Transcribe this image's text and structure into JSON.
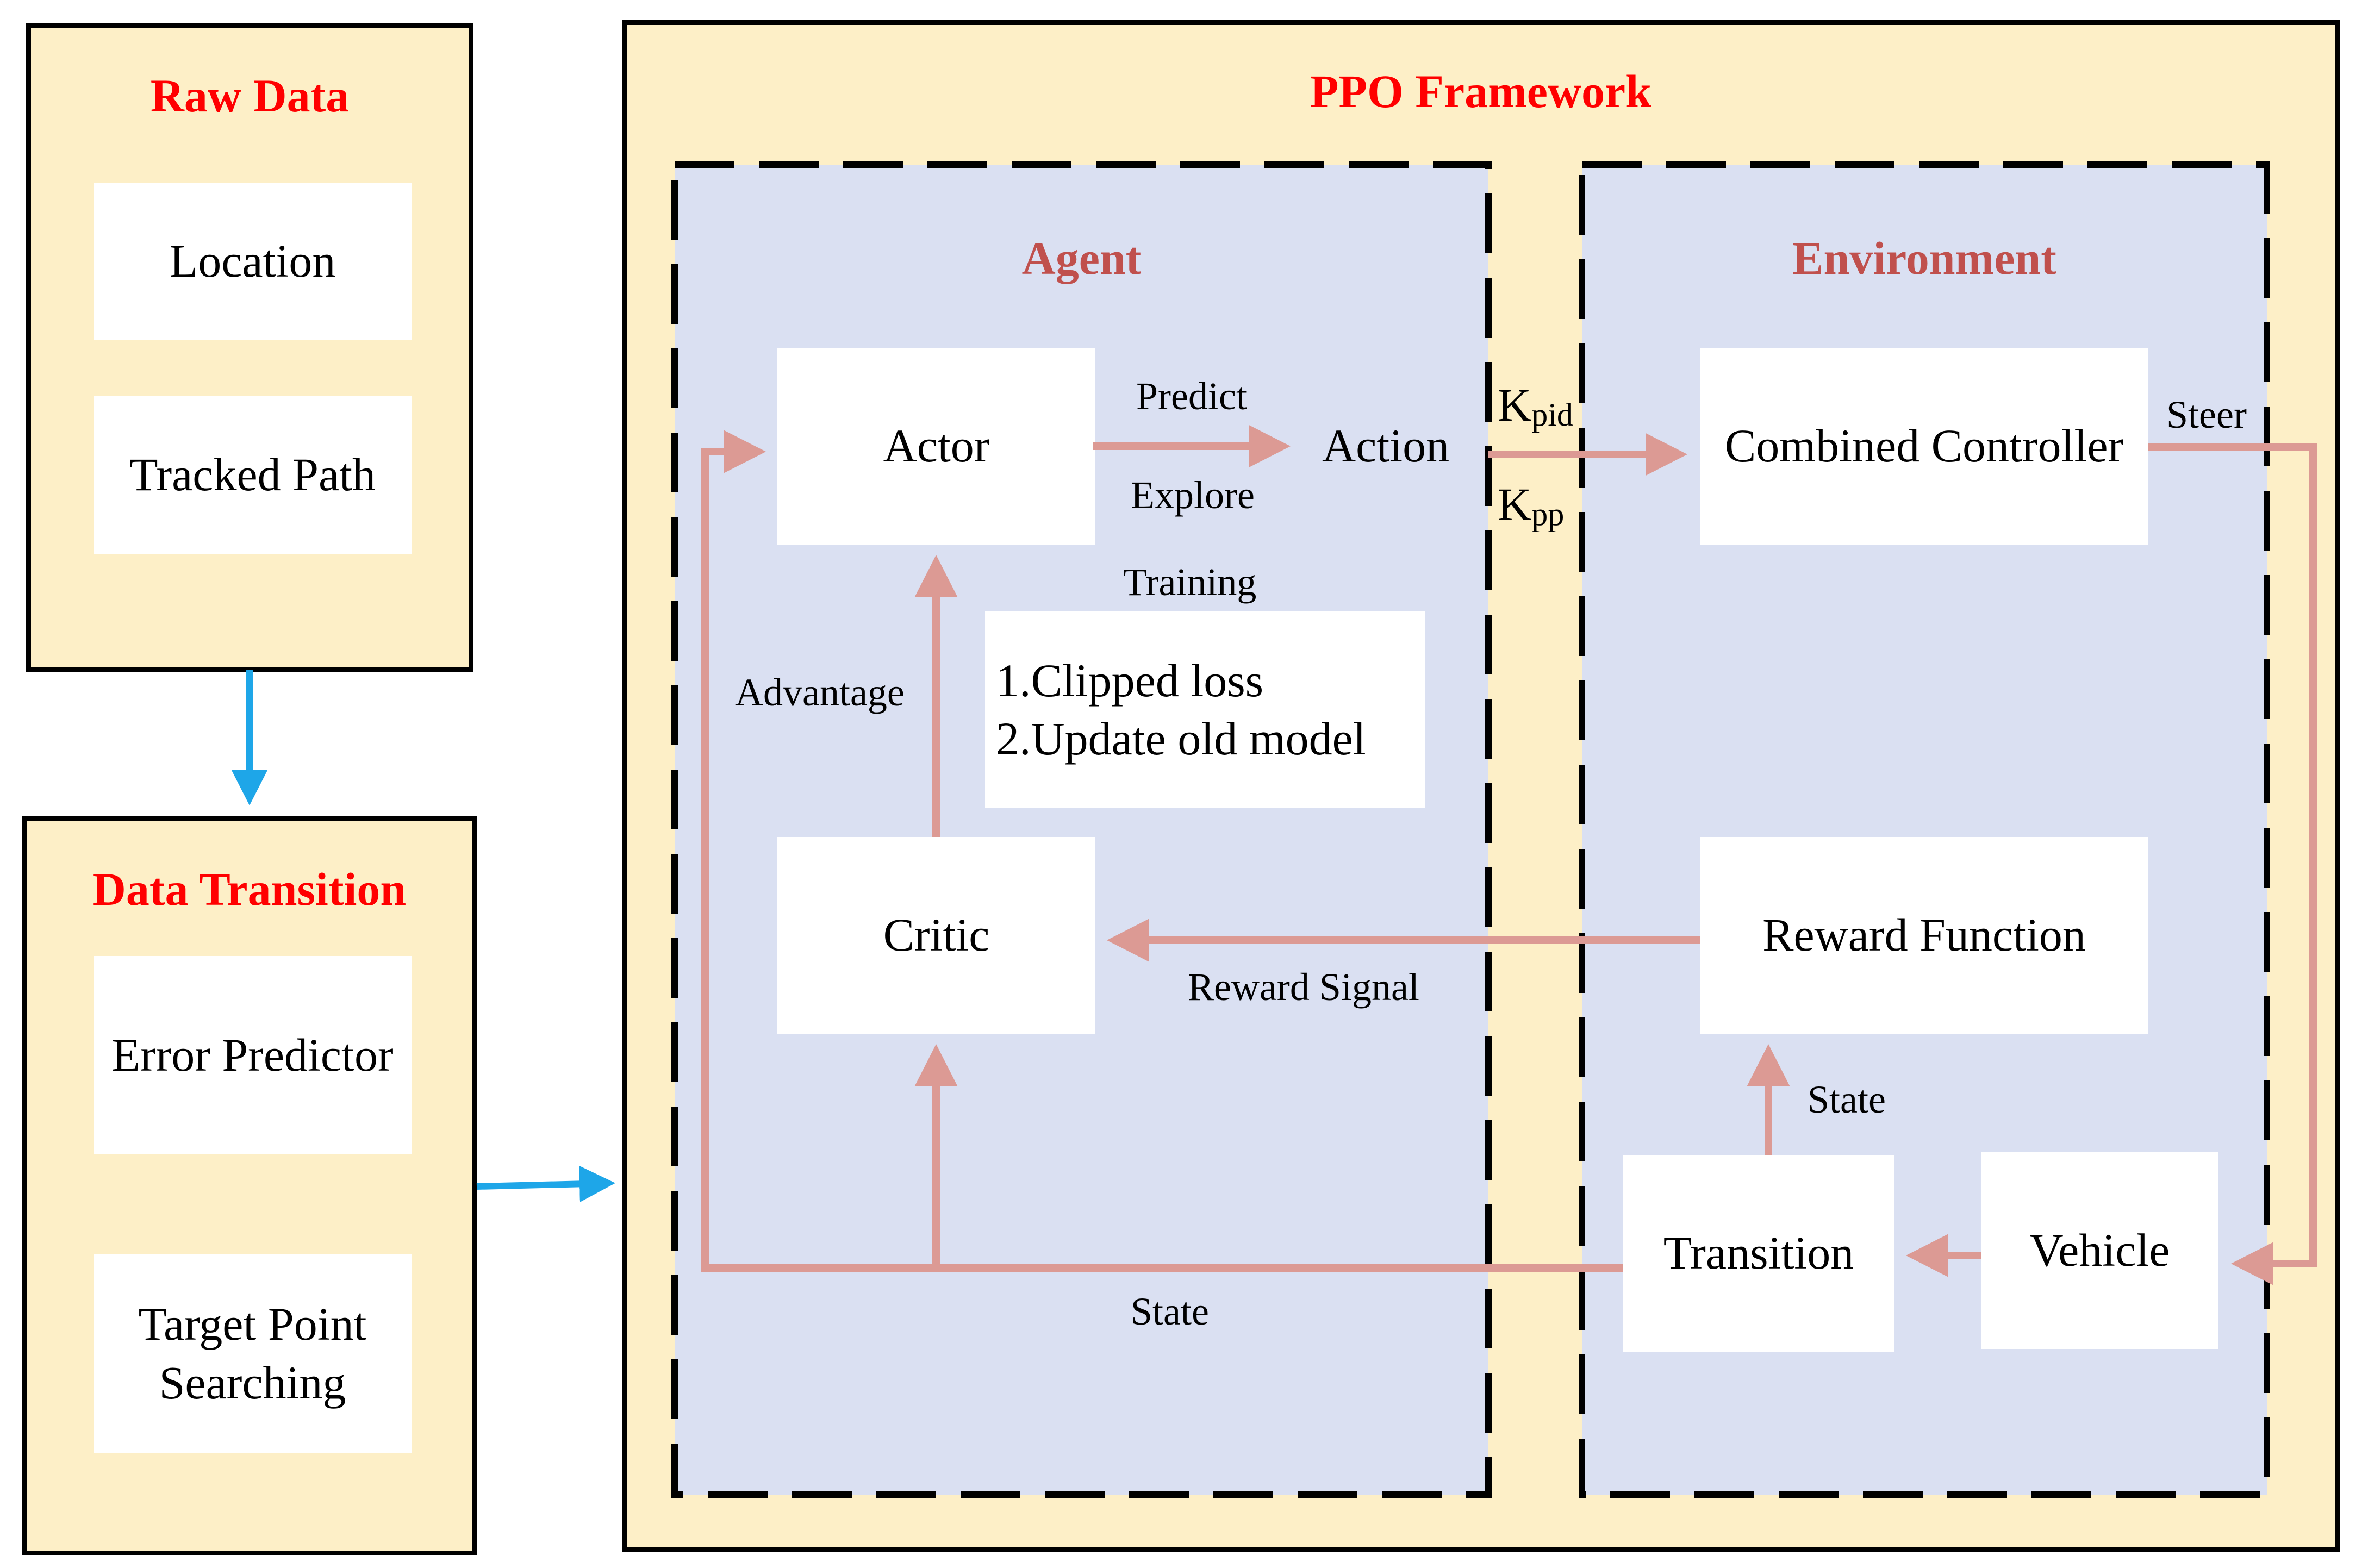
{
  "raw_data": {
    "title": "Raw Data",
    "items": [
      "Location",
      "Tracked Path"
    ]
  },
  "data_transition": {
    "title": "Data Transition",
    "items": [
      "Error Predictor",
      "Target Point\nSearching"
    ]
  },
  "ppo": {
    "title": "PPO Framework",
    "agent": {
      "title": "Agent",
      "actor": "Actor",
      "critic": "Critic",
      "action": "Action",
      "predict": "Predict",
      "explore": "Explore",
      "training": "Training",
      "training_box": "1.Clipped loss\n2.Update old model",
      "advantage": "Advantage",
      "reward_signal": "Reward Signal",
      "state": "State"
    },
    "params": {
      "k": "K",
      "pid_sub": "pid",
      "pp_sub": "pp"
    },
    "environment": {
      "title": "Environment",
      "combined_controller": "Combined Controller",
      "steer": "Steer",
      "reward_function": "Reward Function",
      "state": "State",
      "transition": "Transition",
      "vehicle": "Vehicle"
    }
  },
  "colors": {
    "panel_fill": "#fdefc7",
    "dashed_fill": "#dae0f2",
    "flow_arrow": "#dc9a94",
    "data_arrow": "#1ea6e8",
    "title_red": "#ff0000",
    "title_brown": "#c0504d"
  }
}
